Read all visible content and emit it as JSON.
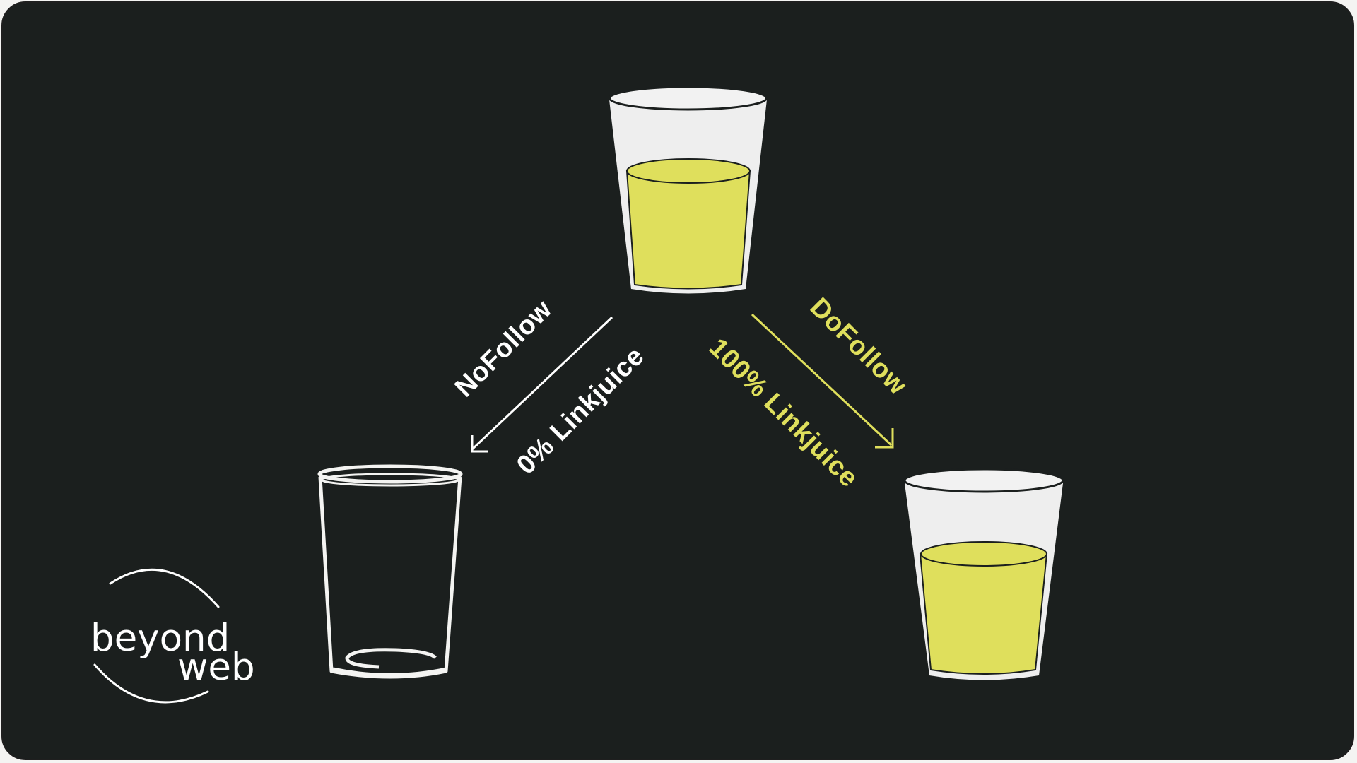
{
  "colors": {
    "background": "#1b1f1e",
    "frame": "#f4f4f2",
    "juice": "#dfdf5c",
    "glass": "#eeeeee",
    "white": "#ffffff"
  },
  "diagram": {
    "source_glass": {
      "state": "filled"
    },
    "nofollow": {
      "label": "NoFollow",
      "juice_label": "0% Linkjuice",
      "target_glass": {
        "state": "empty"
      }
    },
    "dofollow": {
      "label": "DoFollow",
      "juice_label": "100% Linkjuice",
      "target_glass": {
        "state": "filled"
      }
    }
  },
  "logo": {
    "line1": "beyond",
    "line2": "web"
  }
}
